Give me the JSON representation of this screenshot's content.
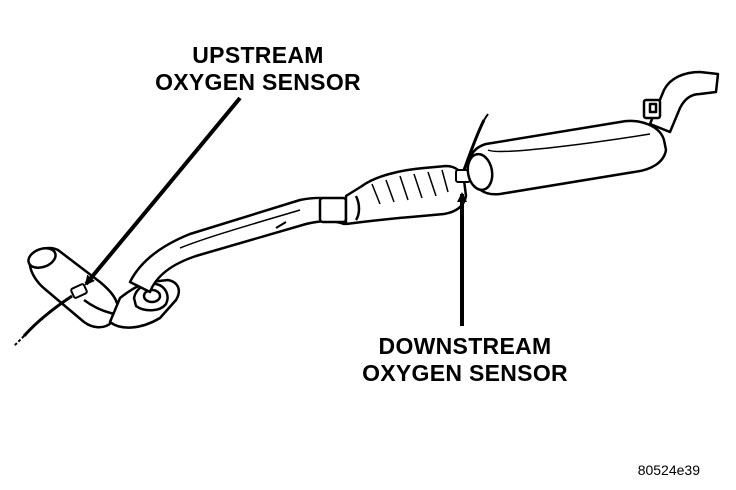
{
  "labels": {
    "upstream_line1": "UPSTREAM",
    "upstream_line2": "OXYGEN SENSOR",
    "downstream_line1": "DOWNSTREAM",
    "downstream_line2": "OXYGEN SENSOR"
  },
  "figure_id": "80524e39"
}
